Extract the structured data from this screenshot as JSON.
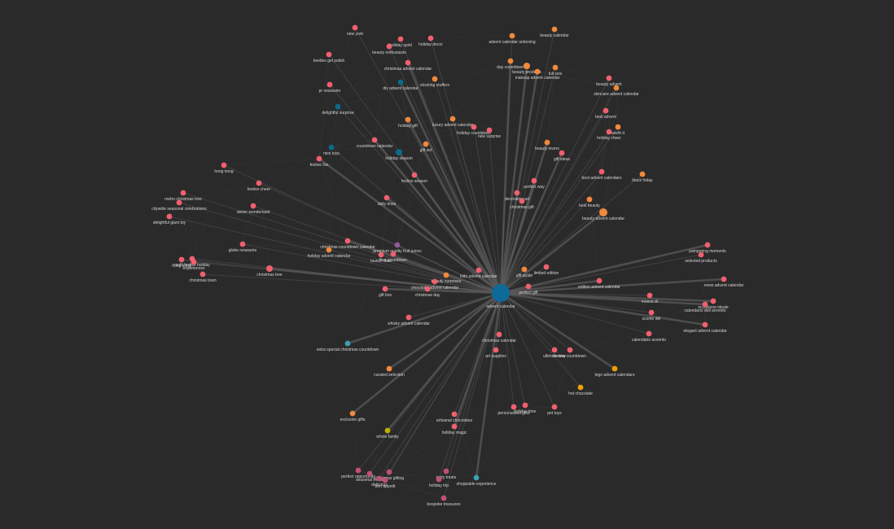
{
  "graph": {
    "center": {
      "label": "advent calendar",
      "color": "#0d6b9a"
    },
    "colors": {
      "background": "#2a2a2a",
      "edge": "#5a5a5a",
      "label": "#d4d4d4",
      "pink": "#f0606e",
      "orange": "#f2883c",
      "teal": "#0a6a8e",
      "purple": "#8e5aa0",
      "magenta": "#c0507a",
      "olive": "#bfb000",
      "cyan": "#3da0b0",
      "amber": "#f0a000"
    },
    "nodes": [
      {
        "id": "new-york",
        "label": "new york",
        "color": "pink"
      },
      {
        "id": "holiday-spirit",
        "label": "holiday spirit",
        "color": "pink"
      },
      {
        "id": "holiday-decor",
        "label": "holiday decor",
        "color": "pink"
      },
      {
        "id": "beauty-enthusiasts",
        "label": "beauty enthusiasts",
        "color": "pink"
      },
      {
        "id": "beetles-gel-polish",
        "label": "beetles gel polish",
        "color": "pink"
      },
      {
        "id": "christmas-advent-calendar",
        "label": "christmas advent calendar",
        "color": "pink"
      },
      {
        "id": "diy-advent-calendar",
        "label": "diy advent calendar",
        "color": "teal"
      },
      {
        "id": "stocking-stuffers",
        "label": "stocking stuffers",
        "color": "orange"
      },
      {
        "id": "pr-newswire",
        "label": "pr newswire",
        "color": "pink"
      },
      {
        "id": "delightful-surprise",
        "label": "delightful surprise",
        "color": "teal"
      },
      {
        "id": "advent-calendar-unboxing",
        "label": "advent calendar unboxing",
        "color": "orange"
      },
      {
        "id": "beauty-calendar",
        "label": "beauty calendar",
        "color": "orange"
      },
      {
        "id": "day-countdown",
        "label": "day countdown",
        "color": "orange"
      },
      {
        "id": "beauty-products",
        "label": "beauty products",
        "color": "orange"
      },
      {
        "id": "full-size",
        "label": "full size",
        "color": "orange"
      },
      {
        "id": "makeup-advent-calendar",
        "label": "makeup advent calendar",
        "color": "orange"
      },
      {
        "id": "beauty-advent",
        "label": "beauty advent",
        "color": "pink"
      },
      {
        "id": "skincare-advent-calendar",
        "label": "skincare advent calendar",
        "color": "orange"
      },
      {
        "id": "best-advent",
        "label": "best advent",
        "color": "pink"
      },
      {
        "id": "worth-it",
        "label": "worth it",
        "color": "orange"
      },
      {
        "id": "holiday-cheer",
        "label": "holiday cheer",
        "color": "pink"
      },
      {
        "id": "holiday-gift",
        "label": "holiday gift",
        "color": "orange"
      },
      {
        "id": "luxury-advent-calendar",
        "label": "luxury advent calendar",
        "color": "orange"
      },
      {
        "id": "holiday-countdown",
        "label": "holiday countdown",
        "color": "pink"
      },
      {
        "id": "new-surprise",
        "label": "new surprise",
        "color": "pink"
      },
      {
        "id": "countdown-calendar",
        "label": "countdown calendar",
        "color": "pink"
      },
      {
        "id": "gift-set",
        "label": "gift set",
        "color": "orange"
      },
      {
        "id": "mini-toys",
        "label": "mini toys",
        "color": "teal"
      },
      {
        "id": "festive-fun",
        "label": "festive fun",
        "color": "pink"
      },
      {
        "id": "holiday-season",
        "label": "holiday season",
        "color": "teal"
      },
      {
        "id": "beauty-lovers",
        "label": "beauty lovers",
        "color": "orange"
      },
      {
        "id": "gift-ideas",
        "label": "gift ideas",
        "color": "pink"
      },
      {
        "id": "hong-kong",
        "label": "hong kong",
        "color": "pink"
      },
      {
        "id": "festive-cheer",
        "label": "festive cheer",
        "color": "pink"
      },
      {
        "id": "festive-season",
        "label": "festive season",
        "color": "pink"
      },
      {
        "id": "perfect-way",
        "label": "perfect way",
        "color": "pink"
      },
      {
        "id": "best-advent-calendars",
        "label": "best advent calendars",
        "color": "pink"
      },
      {
        "id": "black-friday",
        "label": "black friday",
        "color": "orange"
      },
      {
        "id": "metro-christmas-tree",
        "label": "metro christmas tree",
        "color": "pink"
      },
      {
        "id": "citywide-seasonal-celebrations",
        "label": "citywide seasonal celebrations",
        "color": "pink"
      },
      {
        "id": "winter-wonderland",
        "label": "winter wonderland",
        "color": "pink"
      },
      {
        "id": "daily-dose",
        "label": "daily dose",
        "color": "pink"
      },
      {
        "id": "decorative-art",
        "label": "decorative art",
        "color": "pink"
      },
      {
        "id": "christmas-gift",
        "label": "christmas gift",
        "color": "pink"
      },
      {
        "id": "best-beauty",
        "label": "best beauty",
        "color": "orange"
      },
      {
        "id": "beauty-advent-calendar",
        "label": "beauty advent calendar",
        "color": "orange"
      },
      {
        "id": "delightful-giant-toy",
        "label": "delightful giant toy",
        "color": "pink"
      },
      {
        "id": "globe-newswire",
        "label": "globe newswire",
        "color": "pink"
      },
      {
        "id": "christmas-countdown-calendar",
        "label": "christmas countdown calendar",
        "color": "pink"
      },
      {
        "id": "holiday-advent-calendar",
        "label": "holiday advent calendar",
        "color": "orange"
      },
      {
        "id": "premium-quality-fruit-juices",
        "label": "premium quality fruit juices",
        "color": "purple"
      },
      {
        "id": "launch-date",
        "label": "launch date",
        "color": "pink"
      },
      {
        "id": "first-countdown",
        "label": "first countdown",
        "color": "pink"
      },
      {
        "id": "pampering-moments",
        "label": "pampering moments",
        "color": "pink"
      },
      {
        "id": "selected-products",
        "label": "selected products",
        "color": "pink"
      },
      {
        "id": "hong-kong-2",
        "label": "hong kong",
        "color": "pink"
      },
      {
        "id": "multi-festive-holiday",
        "label": "multi festive holiday",
        "color": "pink"
      },
      {
        "id": "experiences",
        "label": "experiences",
        "color": "pink"
      },
      {
        "id": "christmas-town",
        "label": "christmas town",
        "color": "pink"
      },
      {
        "id": "christmas-tree",
        "label": "christmas tree",
        "color": "pink"
      },
      {
        "id": "kids-advent-calendar",
        "label": "kids advent calendar",
        "color": "pink"
      },
      {
        "id": "gift-guide",
        "label": "gift guide",
        "color": "orange"
      },
      {
        "id": "limited-edition",
        "label": "limited edition",
        "color": "pink"
      },
      {
        "id": "beauty-surprises",
        "label": "beauty surprises",
        "color": "orange"
      },
      {
        "id": "chocolate-advent-calendar",
        "label": "chocolate advent calendar",
        "color": "pink"
      },
      {
        "id": "christmas-day",
        "label": "christmas day",
        "color": "pink"
      },
      {
        "id": "gift-box",
        "label": "gift box",
        "color": "pink"
      },
      {
        "id": "perfect-gift",
        "label": "perfect gift",
        "color": "pink"
      },
      {
        "id": "edition-advent-calendar",
        "label": "edition advent calendar",
        "color": "pink"
      },
      {
        "id": "news-advent-calendar",
        "label": "news advent calendar",
        "color": "pink"
      },
      {
        "id": "invece-di",
        "label": "invece di",
        "color": "pink"
      },
      {
        "id": "occasione-ideale",
        "label": "occasione ideale",
        "color": "pink"
      },
      {
        "id": "calendario-dell-avvento",
        "label": "calendario dell avvento",
        "color": "pink"
      },
      {
        "id": "scontu-del",
        "label": "sconto del",
        "color": "pink"
      },
      {
        "id": "elegant-advent-calendar",
        "label": "elegant advent calendar",
        "color": "pink"
      },
      {
        "id": "calendario-avvento",
        "label": "calendario avvento",
        "color": "pink"
      },
      {
        "id": "whisky-advent-calendar",
        "label": "whisky advent calendar",
        "color": "pink"
      },
      {
        "id": "extra-special-christmas-countdown",
        "label": "extra special christmas countdown",
        "color": "cyan"
      },
      {
        "id": "christmas-calendar",
        "label": "christmas calendar",
        "color": "pink"
      },
      {
        "id": "art-supplies",
        "label": "art supplies",
        "color": "pink"
      },
      {
        "id": "ultimate-way",
        "label": "ultimate way",
        "color": "pink"
      },
      {
        "id": "festive-countdown",
        "label": "festive countdown",
        "color": "pink"
      },
      {
        "id": "lego-advent-calendars",
        "label": "lego advent calendars",
        "color": "amber"
      },
      {
        "id": "curated-selection",
        "label": "curated selection",
        "color": "orange"
      },
      {
        "id": "hot-chocolate",
        "label": "hot chocolate",
        "color": "amber"
      },
      {
        "id": "personalised-gifts",
        "label": "personalised gifts",
        "color": "pink"
      },
      {
        "id": "holiday-time",
        "label": "holiday time",
        "color": "pink"
      },
      {
        "id": "pet-toys",
        "label": "pet toys",
        "color": "pink"
      },
      {
        "id": "exclusive-gifts",
        "label": "exclusive gifts",
        "color": "orange"
      },
      {
        "id": "artisanal-chocolates",
        "label": "artisanal chocolates",
        "color": "pink"
      },
      {
        "id": "holiday-magic",
        "label": "holiday magic",
        "color": "pink"
      },
      {
        "id": "whole-family",
        "label": "whole family",
        "color": "olive"
      },
      {
        "id": "perfect-opportunity",
        "label": "perfect opportunity",
        "color": "magenta"
      },
      {
        "id": "seasonal-treats",
        "label": "seasonal treats",
        "color": "magenta"
      },
      {
        "id": "christmas-gifting",
        "label": "christmas gifting",
        "color": "magenta"
      },
      {
        "id": "delicious",
        "label": "delicious",
        "color": "magenta"
      },
      {
        "id": "bon-appetit",
        "label": "bon appetit",
        "color": "magenta"
      },
      {
        "id": "tasty-treats",
        "label": "tasty treats",
        "color": "magenta"
      },
      {
        "id": "holiday-trip",
        "label": "holiday trip",
        "color": "magenta"
      },
      {
        "id": "shoppable-experience",
        "label": "shoppable experience",
        "color": "cyan"
      },
      {
        "id": "bespoke-treasures",
        "label": "bespoke treasures",
        "color": "magenta"
      }
    ]
  }
}
